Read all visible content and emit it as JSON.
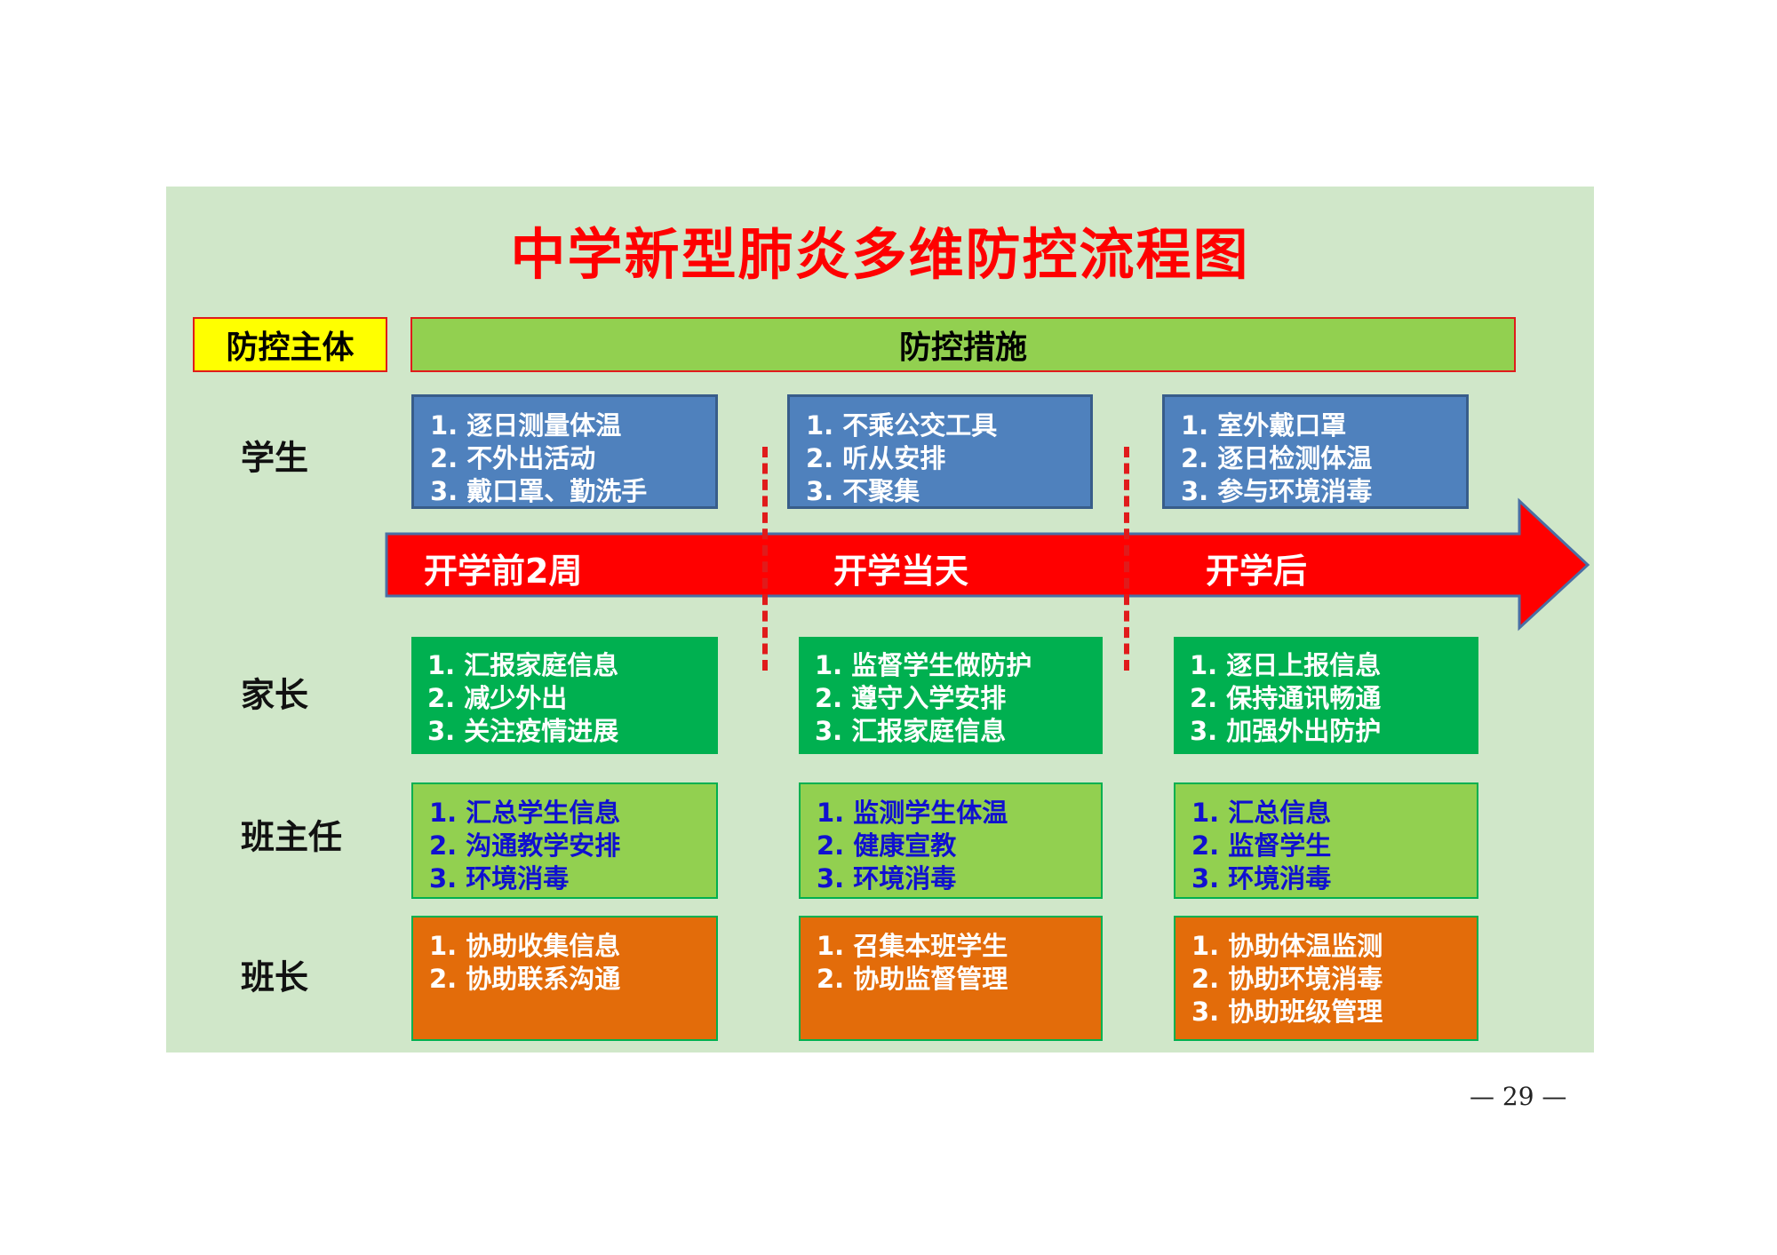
{
  "title": "中学新型肺炎多维防控流程图",
  "header": {
    "subject": "防控主体",
    "measures": "防控措施"
  },
  "rows": [
    "学生",
    "家长",
    "班主任",
    "班长"
  ],
  "phases": [
    "开学前2周",
    "开学当天",
    "开学后"
  ],
  "students": [
    [
      "1. 逐日测量体温",
      "2. 不外出活动",
      "3. 戴口罩、勤洗手"
    ],
    [
      "1. 不乘公交工具",
      "2. 听从安排",
      "3. 不聚集"
    ],
    [
      "1. 室外戴口罩",
      "2. 逐日检测体温",
      "3. 参与环境消毒"
    ]
  ],
  "parents": [
    [
      "1. 汇报家庭信息",
      "2. 减少外出",
      "3. 关注疫情进展"
    ],
    [
      "1. 监督学生做防护",
      "2. 遵守入学安排",
      "3. 汇报家庭信息"
    ],
    [
      "1. 逐日上报信息",
      "2. 保持通讯畅通",
      "3. 加强外出防护"
    ]
  ],
  "teachers": [
    [
      "1. 汇总学生信息",
      "2. 沟通教学安排",
      "3. 环境消毒"
    ],
    [
      "1. 监测学生体温",
      "2. 健康宣教",
      "3. 环境消毒"
    ],
    [
      "1. 汇总信息",
      "2. 监督学生",
      "3. 环境消毒"
    ]
  ],
  "monitors": [
    [
      "1. 协助收集信息",
      "2. 协助联系沟通"
    ],
    [
      "1. 召集本班学生",
      "2. 协助监督管理"
    ],
    [
      "1. 协助体温监测",
      "2. 协助环境消毒",
      "3. 协助班级管理"
    ]
  ],
  "page_number": "— 29 —",
  "colors": {
    "panel": "#d0e7c9",
    "title": "#ff0000",
    "arrow": "#ff0000",
    "student": "#4f81bd",
    "parent": "#00b050",
    "teacher": "#92d050",
    "monitor": "#e36c0a"
  }
}
